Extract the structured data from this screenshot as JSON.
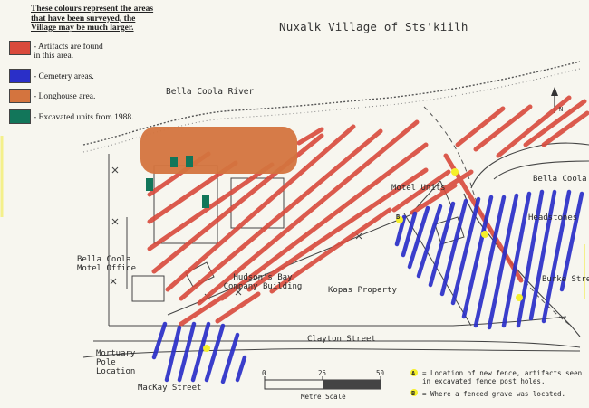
{
  "title": "Nuxalk Village of Sts'kiilh",
  "legend": {
    "note": "These colours represent the areas that have been surveyed, the Village may be much larger.",
    "items": [
      {
        "label": "- Artifacts are found in this area.",
        "color": "#d94a3c"
      },
      {
        "label": "- Cemetery areas.",
        "color": "#2a2fc8"
      },
      {
        "label": "- Longhouse area.",
        "color": "#d4743e"
      },
      {
        "label": "- Excavated units from 1988.",
        "color": "#12765a"
      }
    ]
  },
  "places": {
    "river": "Bella Coola River",
    "motel_office": "Bella Coola Motel Office",
    "motel_units": "Motel Units",
    "bella_coola": "Bella Coola",
    "headstones": "Headstones",
    "burke": "Burke Stre",
    "hudsons_bay": "Hudson's Bay Company Building",
    "kopas": "Kopas Property",
    "clayton": "Clayton Street",
    "mortuary": "Mortuary Pole Location",
    "mackay": "MacKay Street",
    "north": "N"
  },
  "scale": {
    "label": "Metre Scale",
    "ticks": [
      "0",
      "25",
      "50"
    ]
  },
  "notes": {
    "a_marker": "A",
    "a_text": "= Location of new fence, artifacts seen in excavated fence post holes.",
    "b_marker": "B",
    "b_text": "= Where a fenced grave was located."
  },
  "colors": {
    "artifact": "#d94a3c",
    "cemetery": "#2a2fc8",
    "longhouse": "#d4743e",
    "excavated": "#12765a",
    "marker": "#f5f02a"
  }
}
